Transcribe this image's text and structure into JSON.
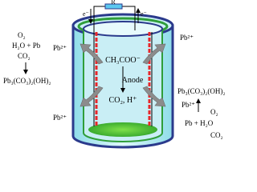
{
  "resistor_label": "R",
  "electron_left": "e⁻",
  "electron_right": "e⁻",
  "left_reactants": {
    "line1": "O₂",
    "line2": "H₂O + Pb",
    "line3": "CO₂"
  },
  "left_product": "Pb₃(CO₃)₂(OH)₂",
  "ion_top_left": "Pb²⁺",
  "ion_top_right": "Pb²⁺",
  "ion_bottom_left": "Pb²⁺",
  "ion_bottom_right": "Pb²⁺",
  "anode": {
    "reactant": "CH₃COO⁻",
    "label": "Anode",
    "products": "CO₂, H⁺"
  },
  "right_product": "Pb₃(CO₃)₂(OH)₂",
  "right_reactants": {
    "line1": "O₂",
    "line2": "Pb  + H₂O",
    "line3": "CO₂"
  },
  "colors": {
    "outer_wall": "#2b3a8c",
    "wall_fill": "#b9ecf4",
    "inner_green": "#2f9e3a",
    "electrode_red": "#e8262a",
    "bottom_green": "#3fbf2e",
    "resistor_blue": "#5cc8ef",
    "arrow_gray": "#8c8c8c"
  }
}
